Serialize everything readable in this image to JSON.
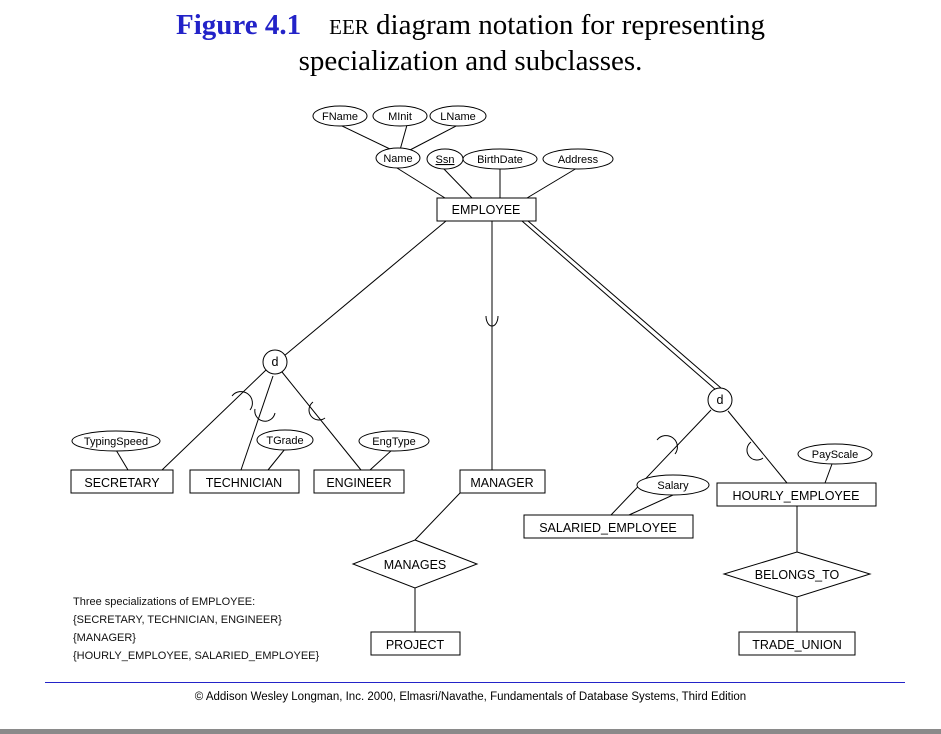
{
  "title": {
    "figure_number": "Figure 4.1",
    "abbr": "EER",
    "line1_rest": " diagram notation for representing",
    "line2": "specialization and subclasses."
  },
  "diagram": {
    "entities": {
      "employee": "EMPLOYEE",
      "secretary": "SECRETARY",
      "technician": "TECHNICIAN",
      "engineer": "ENGINEER",
      "manager": "MANAGER",
      "salaried_employee": "SALARIED_EMPLOYEE",
      "hourly_employee": "HOURLY_EMPLOYEE",
      "project": "PROJECT",
      "trade_union": "TRADE_UNION"
    },
    "attributes": {
      "fname": "FName",
      "minit": "MInit",
      "lname": "LName",
      "name": "Name",
      "ssn": "Ssn",
      "birthdate": "BirthDate",
      "address": "Address",
      "typing_speed": "TypingSpeed",
      "tgrade": "TGrade",
      "eng_type": "EngType",
      "salary": "Salary",
      "pay_scale": "PayScale"
    },
    "relationships": {
      "manages": "MANAGES",
      "belongs_to": "BELONGS_TO"
    },
    "specializations": {
      "left_disjoint": "d",
      "right_disjoint": "d"
    }
  },
  "note": {
    "line1": "Three specializations of EMPLOYEE:",
    "line2": "{SECRETARY, TECHNICIAN, ENGINEER}",
    "line3": "{MANAGER}",
    "line4": "{HOURLY_EMPLOYEE, SALARIED_EMPLOYEE}"
  },
  "footer": "© Addison Wesley Longman, Inc. 2000, Elmasri/Navathe, Fundamentals of Database Systems, Third Edition",
  "colors": {
    "accent": "#2323c8",
    "stroke": "#000000"
  }
}
